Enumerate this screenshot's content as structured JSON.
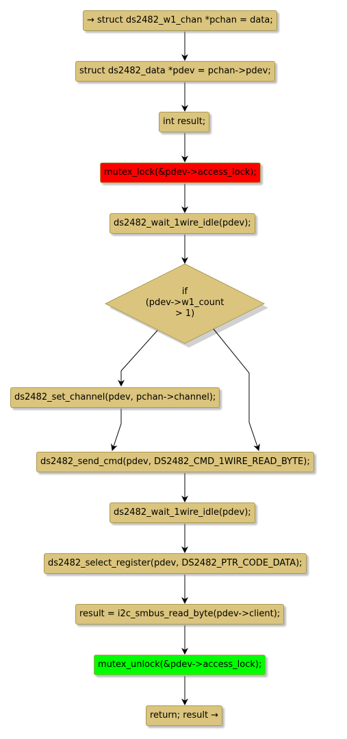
{
  "nodes": {
    "n1": "→ struct ds2482_w1_chan *pchan = data;",
    "n2": "struct ds2482_data    *pdev = pchan->pdev;",
    "n3": "int result;",
    "n4": "mutex_lock(&pdev->access_lock);",
    "n5": "ds2482_wait_1wire_idle(pdev);",
    "n6": "ds2482_set_channel(pdev, pchan->channel);",
    "n7": "ds2482_send_cmd(pdev, DS2482_CMD_1WIRE_READ_BYTE);",
    "n8": "ds2482_wait_1wire_idle(pdev);",
    "n9": "ds2482_select_register(pdev, DS2482_PTR_CODE_DATA);",
    "n10": "result = i2c_smbus_read_byte(pdev->client);",
    "n11": "mutex_unlock(&pdev->access_lock);",
    "n12": "return; result →"
  },
  "decision": {
    "label": "if\n(pdev->w1_count\n> 1)"
  },
  "colors": {
    "node_fill": "#dbc47d",
    "node_border": "#a89a56",
    "lock": "#ff0000",
    "unlock": "#00ff00",
    "edge": "#000000"
  }
}
